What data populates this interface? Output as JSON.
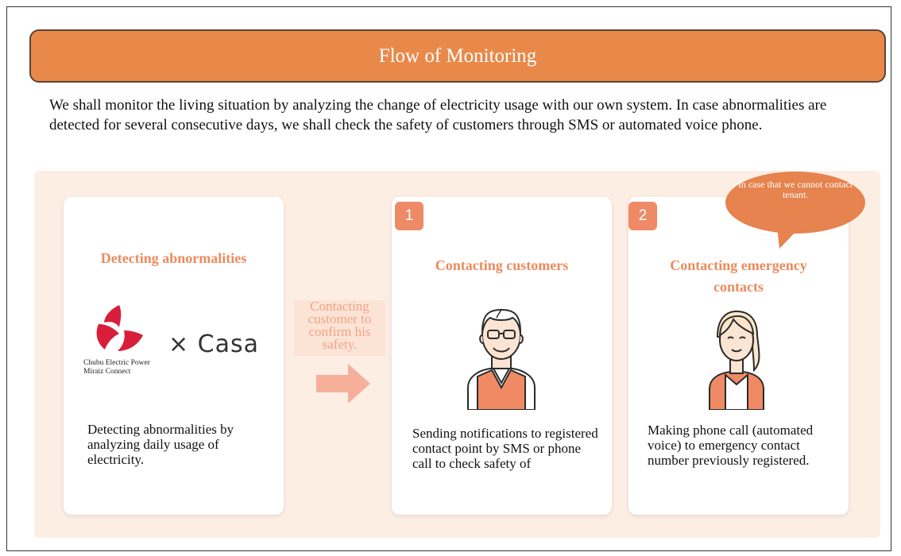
{
  "header": {
    "title": "Flow of Monitoring"
  },
  "intro": {
    "text": "We shall monitor the living situation by analyzing the change of electricity usage with our own system. In case abnormalities are detected for several consecutive days, we shall check the safety of customers through SMS or automated voice phone."
  },
  "colors": {
    "title_bar": "#e8894a",
    "accent_text": "#ec8a5c",
    "panel_bg": "#fdeee4",
    "badge": "#ee8a65",
    "logo_red": "#d81e3a"
  },
  "cards": {
    "detect": {
      "title": "Detecting abnormalities",
      "logo_caption_line1": "Chubu Electric Power",
      "logo_caption_line2": "Miraiz Connect",
      "partner": "× Casa",
      "description": "Detecting abnormalities by analyzing daily usage of electricity."
    },
    "customers": {
      "step": "1",
      "title": "Contacting customers",
      "illustration": "elderly-man-icon",
      "description": "Sending notifications to registered contact point by SMS or phone call to check safety of"
    },
    "emergency": {
      "step": "2",
      "title": "Contacting emergency contacts",
      "illustration": "woman-icon",
      "description": "Making phone call (automated voice) to emergency contact number previously registered."
    }
  },
  "arrow": {
    "label": "Contacting customer to confirm his safety.",
    "icon": "arrow-right-icon"
  },
  "bubble": {
    "text": "In case that we cannot contact tenant."
  }
}
